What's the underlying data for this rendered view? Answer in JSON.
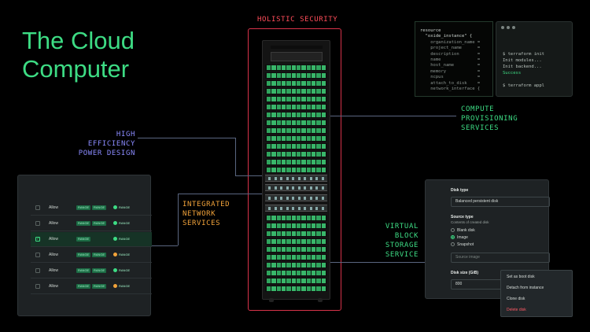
{
  "title": "The Cloud\nComputer",
  "labels": {
    "security": "HOLISTIC SECURITY",
    "power": "HIGH EFFICIENCY\nPOWER DESIGN",
    "network": "INTEGRATED\nNETWORK\nSERVICES",
    "compute": "COMPUTE\nPROVISIONING\nSERVICES",
    "storage": "VIRTUAL\nBLOCK\nSTORAGE\nSERVICE"
  },
  "code": {
    "lines": [
      "resource",
      "  \"oxide_instance\" {",
      "    organization_name =",
      "    project_name      =",
      "    description       =",
      "    name              =",
      "    host_name         =",
      "    memory            =",
      "    ncpus             =",
      "    attach_to_disk    =",
      "    network_interface {"
    ]
  },
  "terminal": {
    "lines": [
      "$ terraform init",
      "Init modules...",
      "Init backend...",
      "Success",
      "$ terraform appl"
    ]
  },
  "table": {
    "rows": [
      {
        "name": "Allow",
        "badge1": "RANGE",
        "badge2": "RANGE",
        "status": "RANGE",
        "warn": false,
        "checked": false,
        "selected": false
      },
      {
        "name": "Allow",
        "badge1": "RANGE",
        "badge2": "RANGE",
        "status": "RANGE",
        "warn": false,
        "checked": false,
        "selected": false
      },
      {
        "name": "Allow",
        "badge1": "RANGE",
        "badge2": "",
        "status": "RANGE",
        "warn": false,
        "checked": true,
        "selected": true
      },
      {
        "name": "Allow",
        "badge1": "RANGE",
        "badge2": "RANGE",
        "status": "RANGE",
        "warn": true,
        "checked": false,
        "selected": false
      },
      {
        "name": "Allow",
        "badge1": "RANGE",
        "badge2": "RANGE",
        "status": "RANGE",
        "warn": false,
        "checked": false,
        "selected": false
      },
      {
        "name": "Allow",
        "badge1": "RANGE",
        "badge2": "RANGE",
        "status": "RANGE",
        "warn": true,
        "checked": false,
        "selected": false
      }
    ]
  },
  "disk": {
    "type_label": "Disk type",
    "type_value": "Balanced persistent disk",
    "source_label": "Source type",
    "source_hint": "Contents of created disk",
    "options": [
      "Blank disk",
      "Image",
      "Snapshot"
    ],
    "selected_option": 1,
    "source_placeholder": "Source image",
    "size_label": "Disk size (GiB)",
    "size_value": "800"
  },
  "menu": {
    "items": [
      "Set as boot disk",
      "Detach from instance",
      "Clone disk",
      "Delete disk"
    ]
  },
  "colors": {
    "accent": "#3ddc84",
    "danger": "#ff4d5a",
    "blue": "#8b8bff",
    "orange": "#f2a33a"
  }
}
